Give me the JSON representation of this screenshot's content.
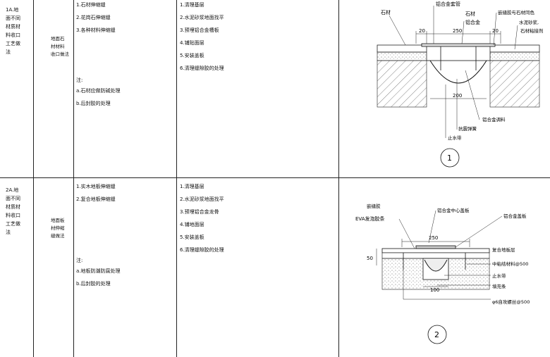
{
  "rows": [
    {
      "code_lines": [
        "1A.地",
        "面不同",
        "材质材",
        "料收口",
        "工艺做",
        "法"
      ],
      "method_lines": [
        "地面石",
        "材材料",
        "收口做法"
      ],
      "materials": [
        "1.石材伸缩缝",
        "2.花岗石伸缩缝",
        "3.各种材料伸缩缝"
      ],
      "note_label": "注:",
      "notes": [
        "a.石材应做防碱处理",
        "b.后封胶的处理"
      ],
      "steps": [
        "1.清理基层",
        "2.水泥砂浆地面找平",
        "3.预埋铝合金槽板",
        "4.铺贴面层",
        "5.安装盖板",
        "6.清理缝隙胶的处理"
      ]
    },
    {
      "code_lines": [
        "2A.地",
        "面不同",
        "材质材",
        "料收口",
        "工艺做",
        "法"
      ],
      "method_lines": [
        "地面板",
        "材伸缩",
        "缝做法"
      ],
      "materials": [
        "1.实木地板伸缩缝",
        "2.复合地板伸缩缝"
      ],
      "note_label": "注:",
      "notes": [
        "a.地板防潮防腐处理",
        "b.后封胶的处理"
      ],
      "steps": [
        "1.清理基层",
        "2.水泥砂浆地面找平",
        "3.预埋铝合金龙骨",
        "4.铺地面层",
        "5.安装盖板",
        "6.清理缝隙胶的处理"
      ]
    }
  ],
  "detail1": {
    "labels": {
      "stone_left": "石材",
      "al_sleeve": "铝合金套管",
      "stone_right": "石材",
      "al_alloy": "铝合金",
      "sealant": "嵌缝胶与石材同色",
      "mortar": "水泥砂浆,",
      "adhesive": "石材粘接剂",
      "al_angle": "铝合金调料",
      "anchor": "抗震弹簧",
      "waterstop": "止水带"
    },
    "dims": [
      "20",
      "250",
      "20",
      "200"
    ],
    "number": "1"
  },
  "detail2": {
    "labels": {
      "sealant": "嵌缝胶",
      "eva": "EVA发泡胶条",
      "center_plate": "铝合金中心盖板",
      "al_cover": "铝合金盖板",
      "composite": "复合地板层",
      "anchor": "中粘结材料@500",
      "waterstop": "止水带",
      "backing": "填充条",
      "bolt": "φ6自攻螺丝@500"
    },
    "dims": [
      "250",
      "50",
      "100"
    ],
    "number": "2"
  }
}
